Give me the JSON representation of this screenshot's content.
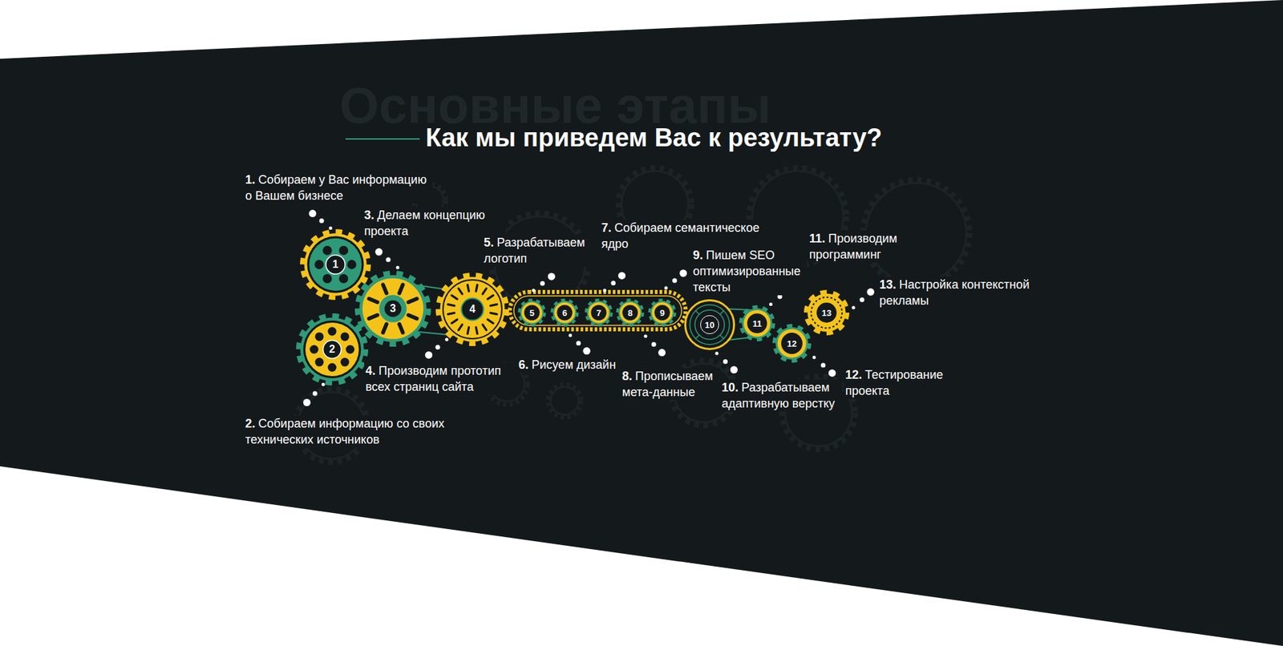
{
  "diagram": {
    "title": "Как мы приведем Вас к результату?",
    "nodes": [
      {
        "text": [
          "1"
        ]
      },
      {
        "text": [
          "2"
        ]
      },
      {
        "text": [
          "3"
        ]
      },
      {
        "text": [
          "4"
        ]
      },
      {
        "text": [
          "5"
        ]
      },
      {
        "text": [
          "6"
        ]
      },
      {
        "text": [
          "7"
        ]
      },
      {
        "text": [
          "8"
        ]
      },
      {
        "text": [
          "9"
        ]
      },
      {
        "text": [
          "10"
        ]
      },
      {
        "text": [
          "11"
        ]
      },
      {
        "text": [
          "12"
        ]
      },
      {
        "text": [
          "13"
        ]
      }
    ],
    "labels": [
      "Основные этапы",
      "1.",
      "Собираем у Вас информацию о Вашем бизнесе",
      "2.",
      "Собираем информацию со своих технических источников",
      "3.",
      "Делаем концепцию проекта",
      "4.",
      "Производим прототип всех страниц сайта",
      "5.",
      "Разрабатываем логотип",
      "6.",
      "Рисуем дизайн",
      "7.",
      "Собираем семантическое ядро",
      "8.",
      "Прописываем мета-данные",
      "9.",
      "Пишем SEO оптимизированные тексты",
      "10.",
      "Разрабатываем адаптивную верстку",
      "11.",
      "Производим программинг",
      "12.",
      "Тестирование проекта",
      "13.",
      "Настройка контекстной рекламы"
    ]
  }
}
